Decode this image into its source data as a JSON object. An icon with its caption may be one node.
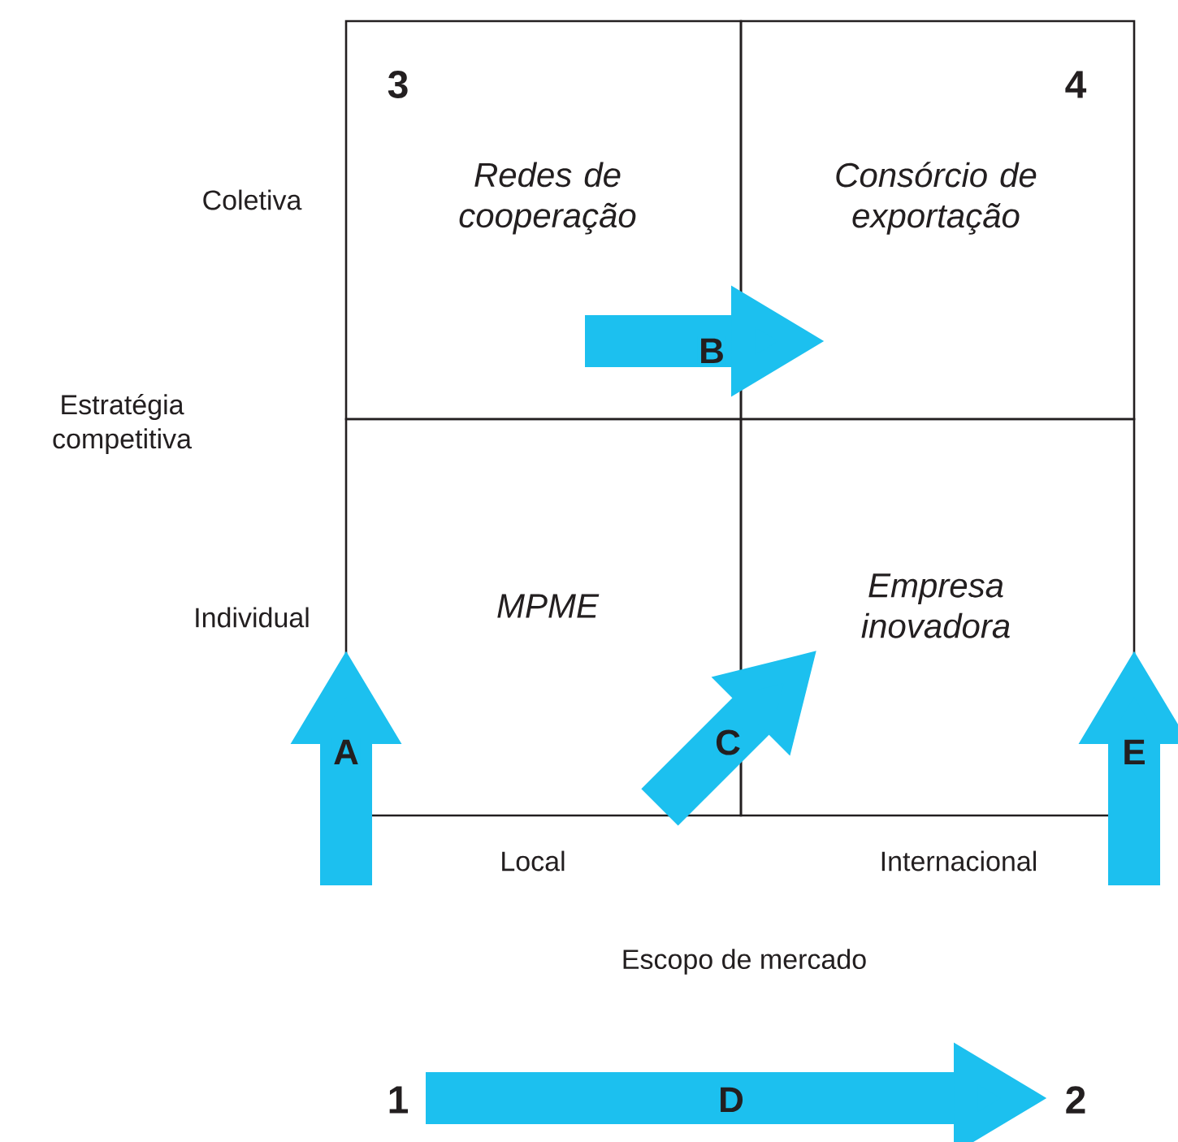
{
  "diagram": {
    "nodes": [
      {
        "text": [
          "3",
          "Redes de cooperação"
        ]
      },
      {
        "text": [
          "4",
          "Consórcio de exportação"
        ]
      },
      {
        "text": [
          "MPME"
        ]
      },
      {
        "text": [
          "Empresa inovadora"
        ]
      },
      {
        "text": [
          "1"
        ]
      },
      {
        "text": [
          "2"
        ]
      }
    ],
    "edges": [
      {
        "from": 0,
        "to": 1,
        "arrow": "to",
        "label": "B"
      },
      {
        "from": null,
        "to": 2,
        "arrow": "to",
        "label": "A"
      },
      {
        "from": 2,
        "to": 3,
        "arrow": "to",
        "label": "C"
      },
      {
        "from": null,
        "to": 3,
        "arrow": "to",
        "label": "E"
      },
      {
        "from": 4,
        "to": 5,
        "arrow": "to",
        "label": "D"
      }
    ],
    "labels": [
      "Coletiva",
      "Estratégia competitiva",
      "Individual",
      "Local",
      "Internacional",
      "Escopo de mercado"
    ]
  }
}
